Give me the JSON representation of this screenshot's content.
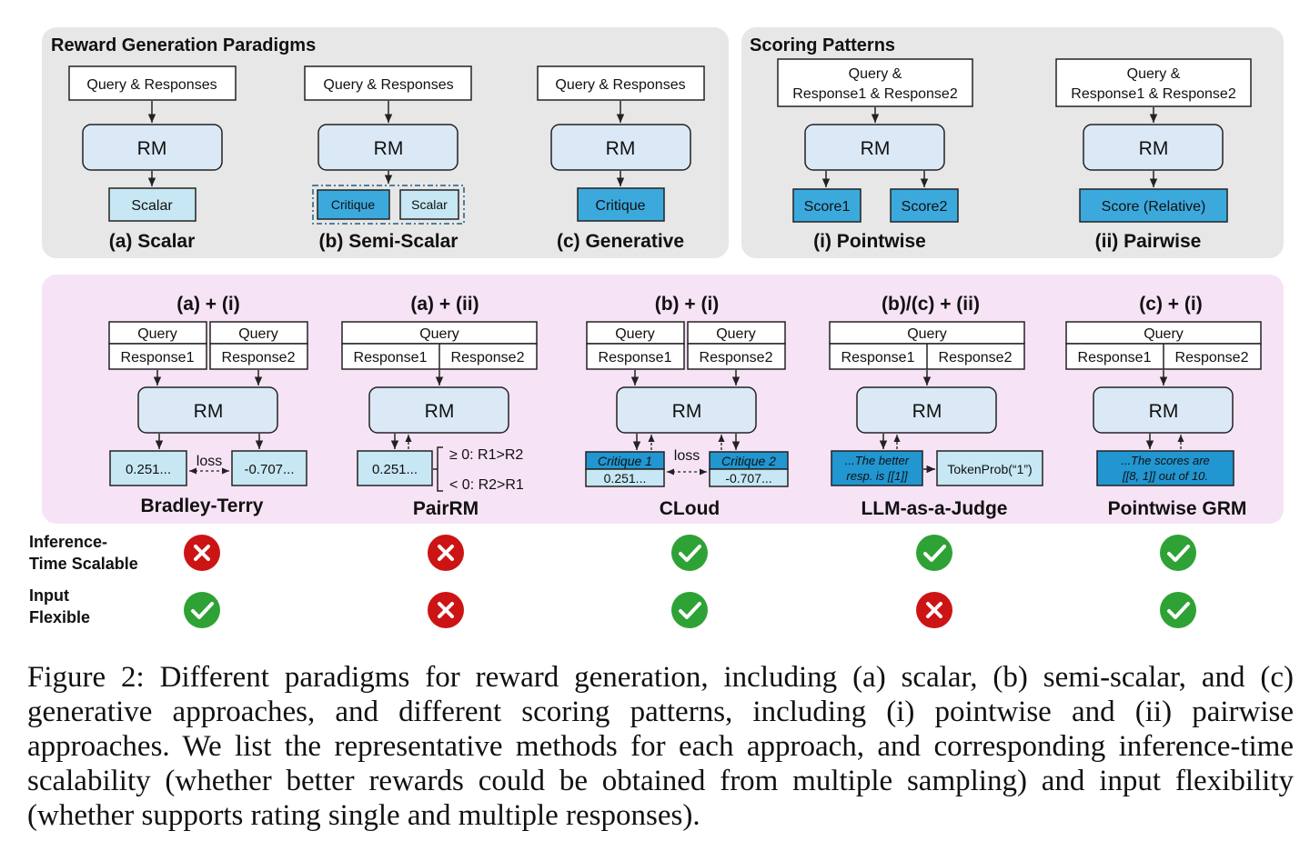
{
  "colors": {
    "panel_gray": "#e7e7e7",
    "panel_pink": "#f7e3f6",
    "rm_fill": "#dbe9f7",
    "light_blue": "#c6e7f3",
    "mid_blue": "#3ca9dd",
    "dark_blue": "#2196d0",
    "box_border": "#222222",
    "cross_red": "#cc1414",
    "check_green": "#2ea235"
  },
  "top_left": {
    "title": "Reward Generation Paradigms",
    "input_label": "Query & Responses",
    "rm_label": "RM",
    "scalar": {
      "output": "Scalar",
      "caption": "(a) Scalar"
    },
    "semi": {
      "critique": "Critique",
      "scalar": "Scalar",
      "caption": "(b) Semi-Scalar"
    },
    "generative": {
      "output": "Critique",
      "caption": "(c) Generative"
    }
  },
  "top_right": {
    "title": "Scoring Patterns",
    "input_line1": "Query &",
    "input_line2": "Response1 & Response2",
    "rm_label": "RM",
    "pointwise": {
      "score1": "Score1",
      "score2": "Score2",
      "caption": "(i) Pointwise"
    },
    "pairwise": {
      "score": "Score (Relative)",
      "caption": "(ii) Pairwise"
    }
  },
  "methods": [
    {
      "combo": "(a) + (i)",
      "name": "Bradley-Terry",
      "query": "Query",
      "response1": "Response1",
      "response2": "Response2",
      "rm": "RM",
      "out1": "0.251...",
      "out2": "-0.707...",
      "loss": "loss",
      "inference_scalable": false,
      "input_flexible": true
    },
    {
      "combo": "(a) + (ii)",
      "name": "PairRM",
      "query": "Query",
      "response1": "Response1",
      "response2": "Response2",
      "rm": "RM",
      "out1": "0.251...",
      "rule1": "≥ 0: R1>R2",
      "rule2": "< 0: R2>R1",
      "inference_scalable": false,
      "input_flexible": false
    },
    {
      "combo": "(b) + (i)",
      "name": "CLoud",
      "query": "Query",
      "response1": "Response1",
      "response2": "Response2",
      "rm": "RM",
      "critique1": "Critique 1",
      "critique2": "Critique 2",
      "out1": "0.251...",
      "out2": "-0.707...",
      "loss": "loss",
      "inference_scalable": true,
      "input_flexible": true
    },
    {
      "combo": "(b)/(c) + (ii)",
      "name": "LLM-as-a-Judge",
      "query": "Query",
      "response1": "Response1",
      "response2": "Response2",
      "rm": "RM",
      "judge_line1": "...The better",
      "judge_line2": "resp. is [[1]]",
      "token_prob": "TokenProb(“1”)",
      "inference_scalable": true,
      "input_flexible": false
    },
    {
      "combo": "(c) + (i)",
      "name": "Pointwise GRM",
      "query": "Query",
      "response1": "Response1",
      "response2": "Response2",
      "rm": "RM",
      "grm_line1": "...The scores are",
      "grm_line2": "[[8, 1]] out of 10.",
      "inference_scalable": true,
      "input_flexible": true
    }
  ],
  "row_labels": {
    "inference_line1": "Inference-",
    "inference_line2": "Time Scalable",
    "input_line1": "Input",
    "input_line2": "Flexible"
  },
  "icons": {
    "yes": "checkmark-icon",
    "no": "cross-icon"
  },
  "caption": "Figure 2: Different paradigms for reward generation, including (a) scalar, (b) semi-scalar, and (c) generative approaches, and different scoring patterns, including (i) pointwise and (ii) pairwise approaches. We list the representative methods for each approach, and corresponding inference-time scalability (whether better rewards could be obtained from multiple sampling) and input flexibility (whether supports rating single and multiple responses)."
}
